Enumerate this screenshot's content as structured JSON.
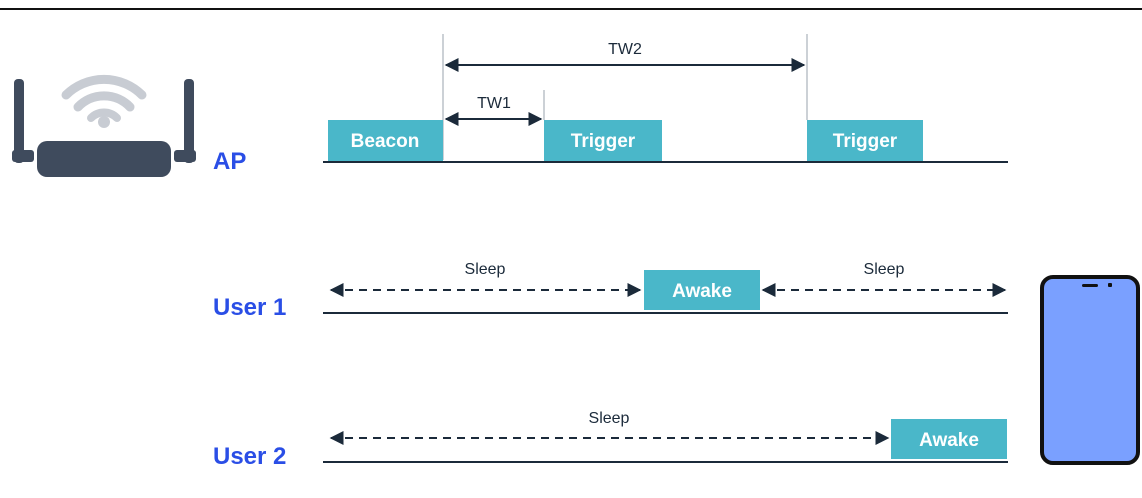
{
  "colors": {
    "box_fill": "#4ab7c9",
    "label_blue": "#2a4ee6",
    "line_dark": "#1b2a3a",
    "router_body": "#3f4b5d",
    "phone_screen": "#7aa0ff",
    "wifi_gray": "#c8ccd3"
  },
  "icons": {
    "router": "wifi-router-icon",
    "phone": "smartphone-icon"
  },
  "rows": {
    "ap": {
      "label": "AP"
    },
    "user1": {
      "label": "User 1"
    },
    "user2": {
      "label": "User 2"
    }
  },
  "boxes": {
    "beacon": "Beacon",
    "trigger1": "Trigger",
    "trigger2": "Trigger",
    "awake1": "Awake",
    "awake2": "Awake"
  },
  "intervals": {
    "tw1": "TW1",
    "tw2": "TW2"
  },
  "states": {
    "u1_sleep_left": "Sleep",
    "u1_sleep_right": "Sleep",
    "u2_sleep": "Sleep"
  }
}
